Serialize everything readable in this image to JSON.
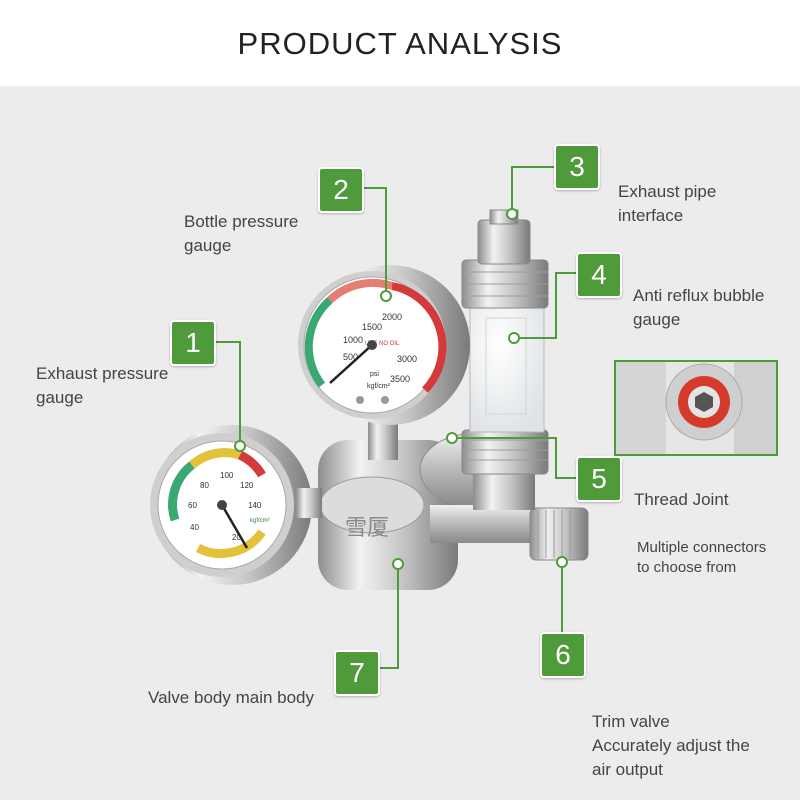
{
  "title": "PRODUCT ANALYSIS",
  "callouts": [
    {
      "number": "1",
      "label": "Exhaust pressure\ngauge"
    },
    {
      "number": "2",
      "label": "Bottle pressure\ngauge"
    },
    {
      "number": "3",
      "label": "Exhaust pipe\ninterface"
    },
    {
      "number": "4",
      "label": "Anti reflux bubble\ngauge"
    },
    {
      "number": "5",
      "label": "Thread Joint"
    },
    {
      "number": "6",
      "label": "Trim valve\nAccurately adjust the\nair output"
    },
    {
      "number": "7",
      "label": "Valve body main body"
    }
  ],
  "connectors_note": "Multiple connectors\nto choose from",
  "colors": {
    "accent": "#4f9a3a",
    "title": "#222222",
    "background": "#ececec"
  },
  "gauge_big": {
    "scale": [
      "500",
      "1000",
      "1500",
      "2000",
      "3000",
      "3500"
    ],
    "units": "psi",
    "units2": "kgf/cm²",
    "marks": [
      "USE NO OIL"
    ]
  },
  "gauge_small": {
    "scale": [
      "20",
      "40",
      "60",
      "80",
      "100",
      "120",
      "140"
    ],
    "units": "kgf/cm²"
  },
  "logo_text": "雪厦"
}
